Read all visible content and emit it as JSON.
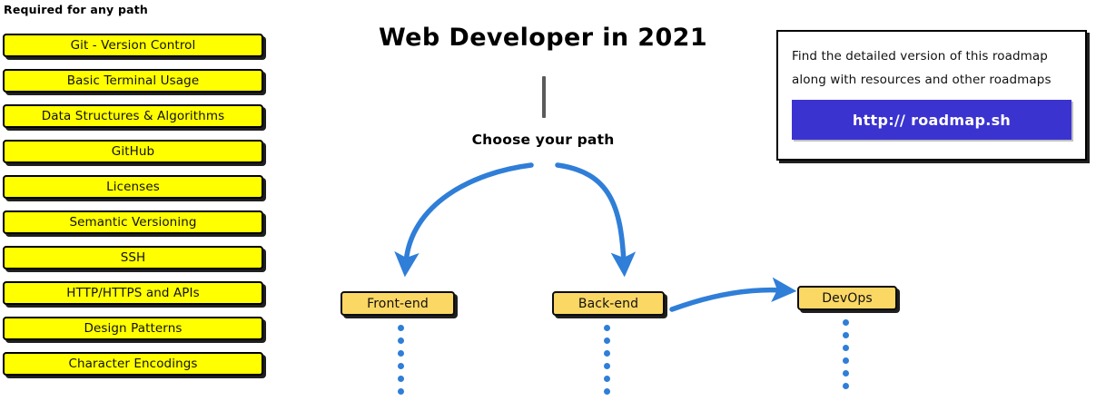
{
  "required_section": {
    "heading": "Required for any path",
    "items": [
      {
        "label": "Git - Version Control"
      },
      {
        "label": "Basic Terminal Usage"
      },
      {
        "label": "Data Structures & Algorithms"
      },
      {
        "label": "GitHub"
      },
      {
        "label": "Licenses"
      },
      {
        "label": "Semantic Versioning"
      },
      {
        "label": "SSH"
      },
      {
        "label": "HTTP/HTTPS and APIs"
      },
      {
        "label": "Design Patterns"
      },
      {
        "label": "Character Encodings"
      }
    ]
  },
  "center": {
    "title": "Web Developer in 2021",
    "choose_path_label": "Choose your path"
  },
  "paths": [
    {
      "label": "Front-end"
    },
    {
      "label": "Back-end"
    },
    {
      "label": "DevOps"
    }
  ],
  "promo_card": {
    "line1": "Find the detailed version of this roadmap",
    "line2": "along with resources and other roadmaps",
    "button_label": "http:// roadmap.sh"
  },
  "colors": {
    "required_box_fill": "#ffff00",
    "path_node_fill": "#fbd764",
    "arrow_blue": "#2f7ed8",
    "promo_button": "#3b33d0",
    "stem_gray": "#5b5b5b",
    "outline": "#000000"
  }
}
